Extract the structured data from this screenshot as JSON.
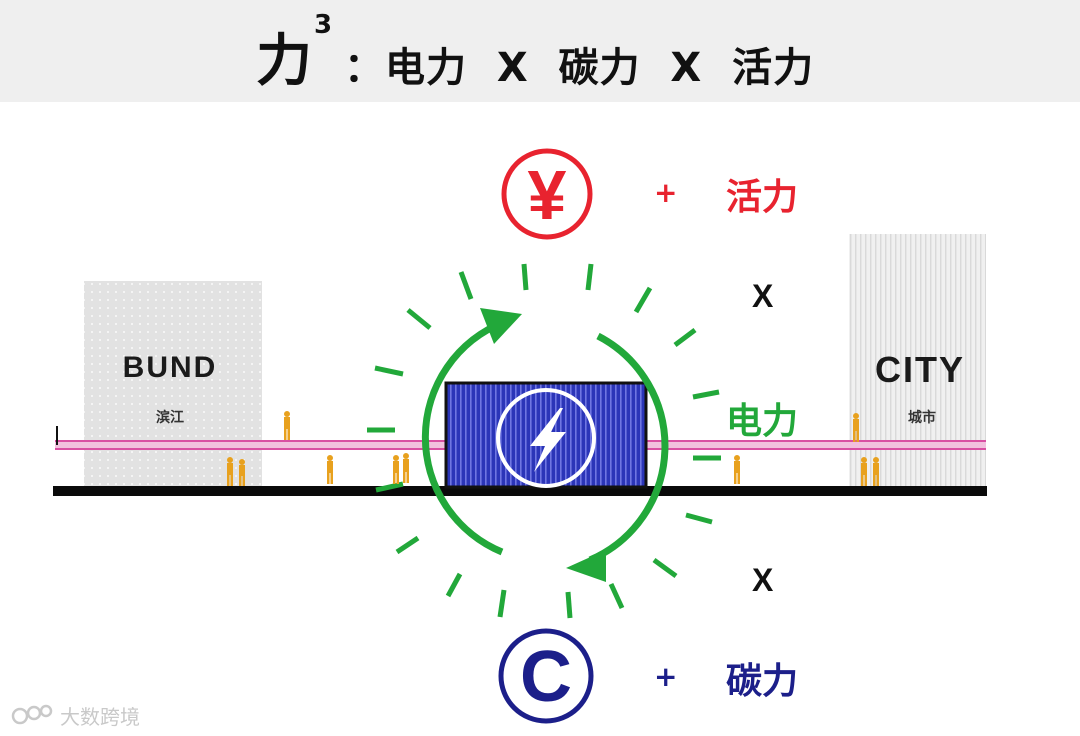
{
  "title": {
    "main": "力",
    "superscript": "3",
    "rest": "：电力  X  碳力  X  活力"
  },
  "buildings": {
    "left": {
      "name": "BUND",
      "subtitle": "滨江"
    },
    "right": {
      "name": "CITY",
      "subtitle": "城市"
    }
  },
  "center_icon": "lightning-bolt-icon",
  "symbols": {
    "yuan": {
      "glyph": "¥",
      "color": "#e8232f"
    },
    "carbon": {
      "glyph": "C",
      "color": "#1c1f8a"
    }
  },
  "labels": {
    "plus_top": "+",
    "vitality": "活力",
    "x_top": "X",
    "power": "电力",
    "x_bottom": "X",
    "plus_bottom": "+",
    "carbon": "碳力"
  },
  "watermark": "大数跨境",
  "colors": {
    "red": "#e8232f",
    "green": "#22a83a",
    "navy": "#1c1f8a",
    "pink": "#d94fa3",
    "block_blue": "#2b35b8",
    "figure": "#e8a11e"
  }
}
